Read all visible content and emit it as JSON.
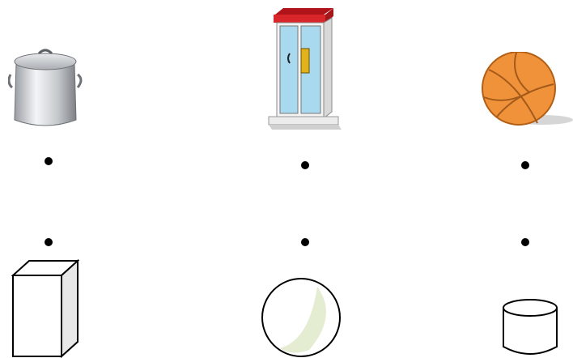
{
  "pictures": {
    "top": [
      {
        "name": "pot",
        "icon": "cooking-pot-icon"
      },
      {
        "name": "phone-booth",
        "icon": "phone-booth-icon"
      },
      {
        "name": "basketball",
        "icon": "basketball-icon"
      }
    ],
    "bottom": [
      {
        "name": "cuboid",
        "icon": "cuboid-icon"
      },
      {
        "name": "sphere",
        "icon": "sphere-icon"
      },
      {
        "name": "cylinder",
        "icon": "cylinder-icon"
      }
    ]
  },
  "colors": {
    "dot": "#000000",
    "booth_roof": "#d8262a",
    "booth_glass": "#a9d9ee",
    "ball": "#f0923a",
    "sphere_tint": "#e4ecd2"
  }
}
